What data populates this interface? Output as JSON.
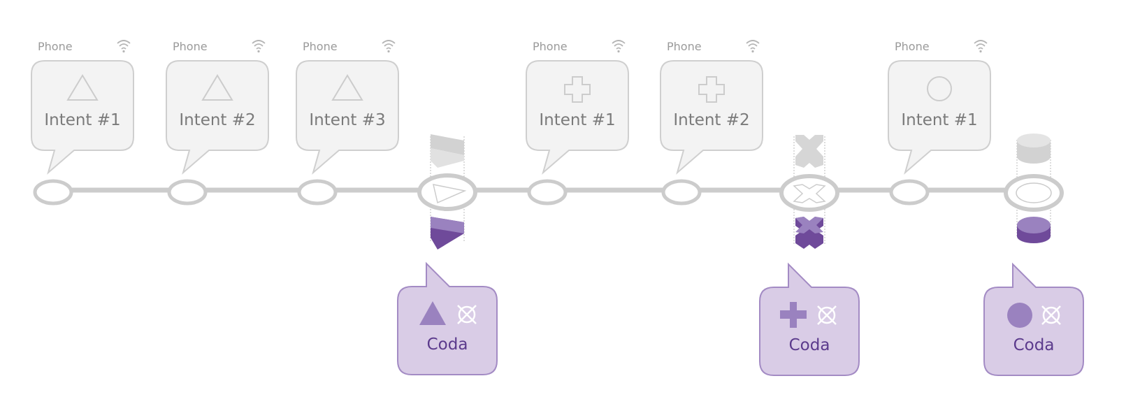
{
  "colors": {
    "line": "#cccccc",
    "bubble_fill": "#f3f3f3",
    "bubble_stroke": "#cfcfcf",
    "glyph_grey": "#cfcfcf",
    "coda_fill": "#d9cce6",
    "coda_stroke": "#a38bc4",
    "coda_text": "#5b3a8c",
    "purple_mid": "#9a82bf",
    "purple_dark": "#6f4a9a"
  },
  "intents": [
    {
      "device": "Phone",
      "label": "Intent #1",
      "glyph": "triangle-icon"
    },
    {
      "device": "Phone",
      "label": "Intent #2",
      "glyph": "triangle-icon"
    },
    {
      "device": "Phone",
      "label": "Intent #3",
      "glyph": "triangle-icon"
    },
    {
      "device": "Phone",
      "label": "Intent #1",
      "glyph": "plus-icon"
    },
    {
      "device": "Phone",
      "label": "Intent #2",
      "glyph": "plus-icon"
    },
    {
      "device": "Phone",
      "label": "Intent #1",
      "glyph": "circle-icon"
    }
  ],
  "codas": [
    {
      "label": "Coda",
      "glyph": "triangle-icon",
      "badge": "cancel-icon"
    },
    {
      "label": "Coda",
      "glyph": "plus-icon",
      "badge": "cancel-icon"
    },
    {
      "label": "Coda",
      "glyph": "circle-icon",
      "badge": "cancel-icon"
    }
  ]
}
